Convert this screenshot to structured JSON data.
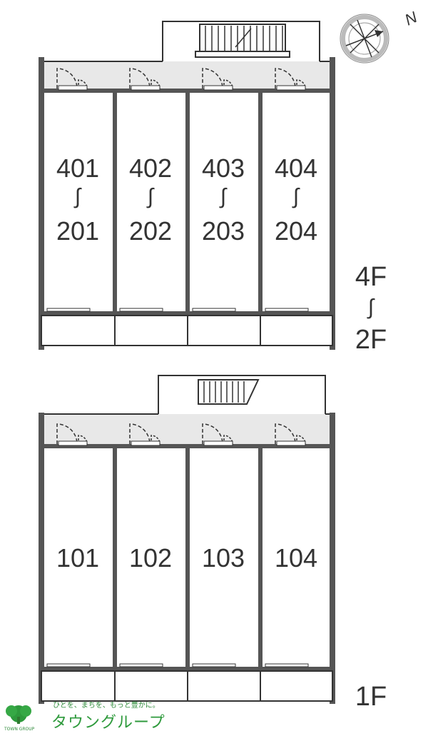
{
  "upper_block": {
    "units": [
      {
        "top": "401",
        "bottom": "201"
      },
      {
        "top": "402",
        "bottom": "202"
      },
      {
        "top": "403",
        "bottom": "203"
      },
      {
        "top": "404",
        "bottom": "204"
      }
    ],
    "range_mark": "∫",
    "floor_top": "4F",
    "floor_mark": "∫",
    "floor_bottom": "2F"
  },
  "lower_block": {
    "units": [
      "101",
      "102",
      "103",
      "104"
    ],
    "floor_label": "1F"
  },
  "compass": {
    "north_label": "N",
    "icon": "compass-icon"
  },
  "logo": {
    "tagline": "ひとを、まちを、もっと豊かに。",
    "name": "タウングループ",
    "small_text": "TOWN GROUP",
    "color": "#2e9a3c"
  },
  "colors": {
    "wall": "#333333",
    "floor": "#e8e8e8",
    "background": "#ffffff"
  }
}
